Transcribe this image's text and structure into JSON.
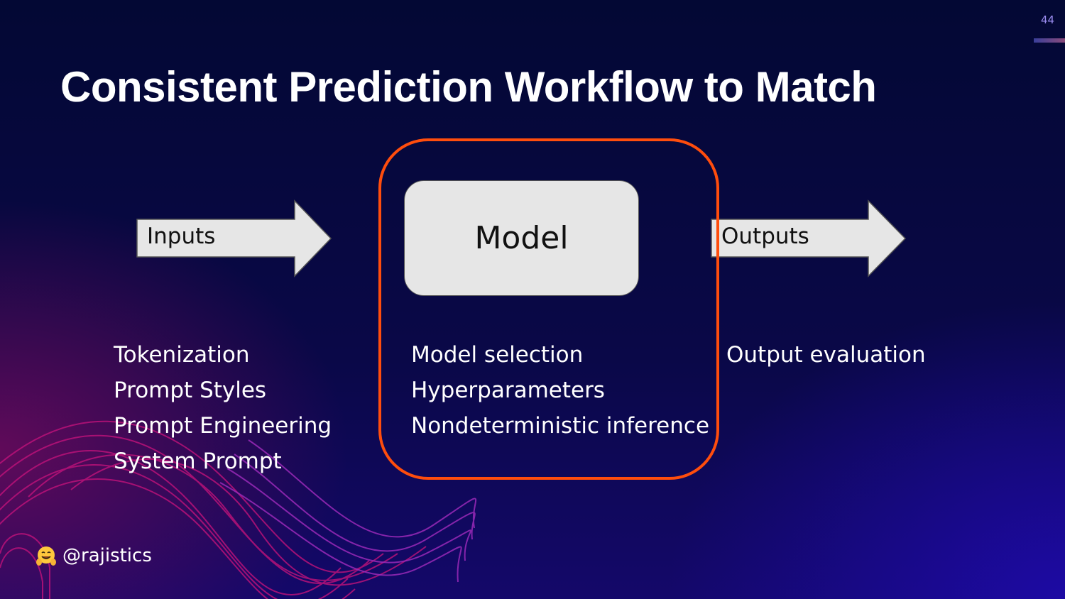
{
  "slide": {
    "title": "Consistent Prediction Workflow to Match",
    "page_number": "44",
    "handle": "@rajistics",
    "handle_icon": "hugging-face-emoji"
  },
  "diagram": {
    "inputs_label": "Inputs",
    "model_label": "Model",
    "outputs_label": "Outputs",
    "highlight_color": "#ff4d0d",
    "inputs_items": [
      "Tokenization",
      "Prompt Styles",
      "Prompt Engineering",
      "System Prompt"
    ],
    "model_items": [
      "Model selection",
      "Hyperparameters",
      "Nondeterministic inference"
    ],
    "outputs_items": [
      "Output evaluation"
    ]
  }
}
